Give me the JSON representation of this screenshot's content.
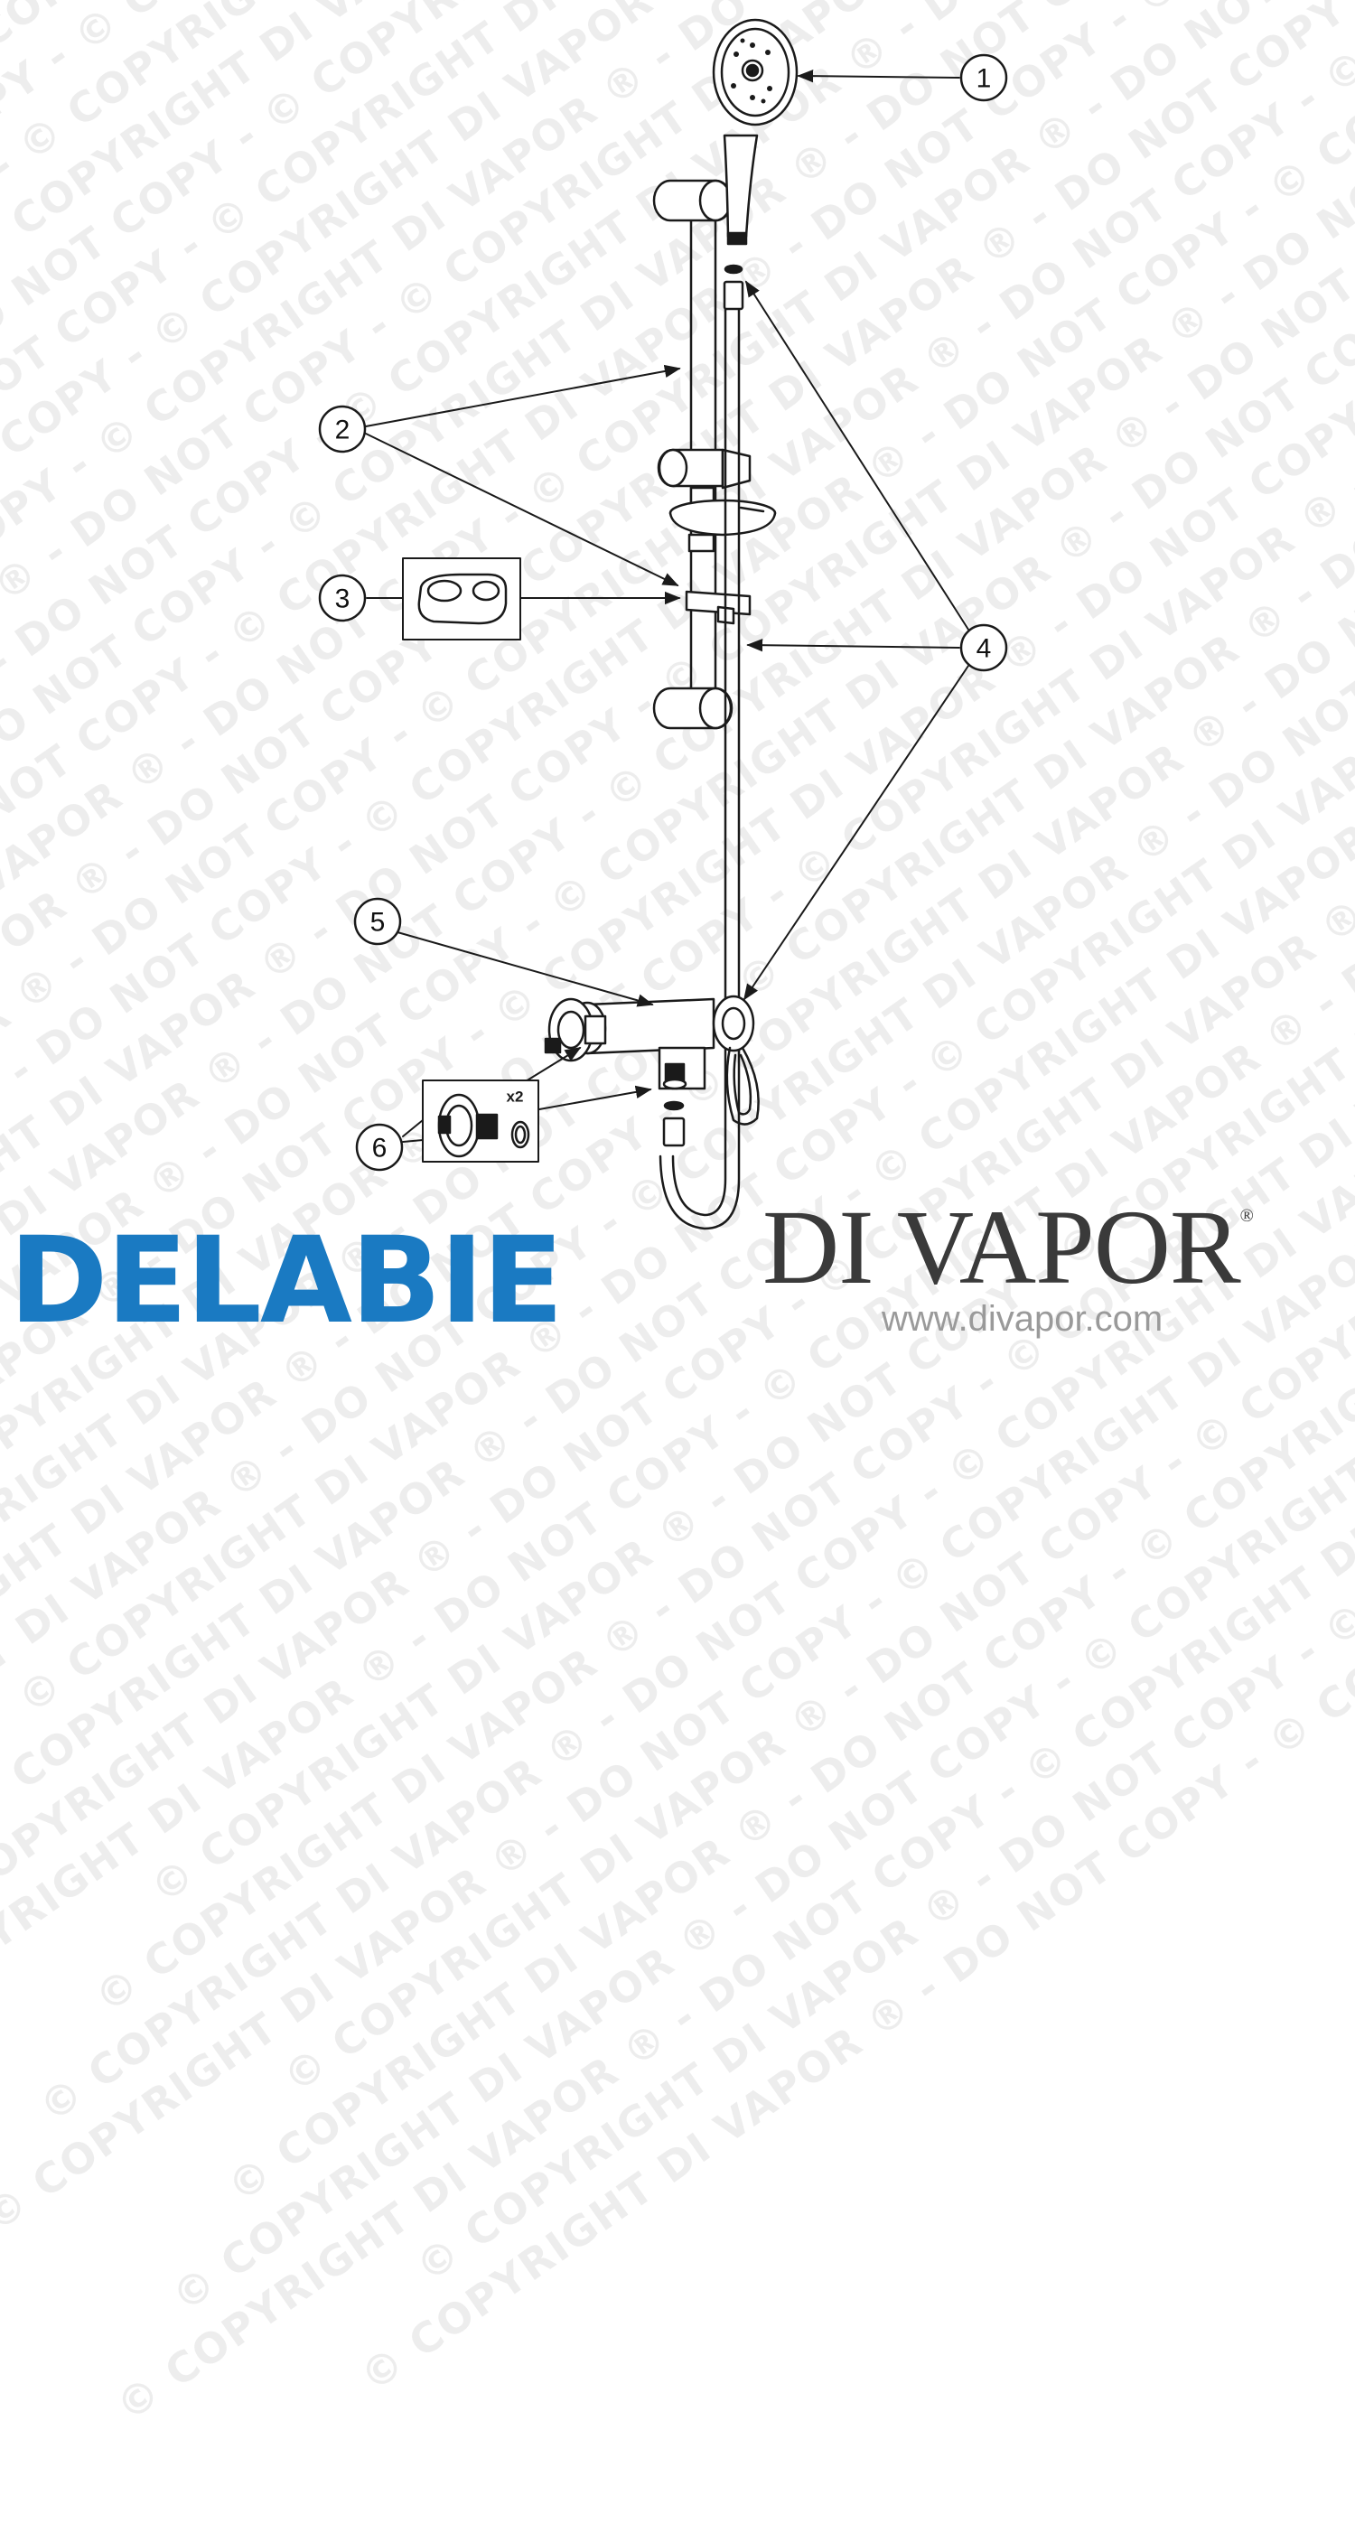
{
  "watermark": {
    "text": "© COPYRIGHT DI VAPOR ® - DO NOT COPY - "
  },
  "callouts": [
    {
      "number": "1",
      "part": "hand-shower"
    },
    {
      "number": "2",
      "part": "slide-rail"
    },
    {
      "number": "3",
      "part": "rail-clip"
    },
    {
      "number": "4",
      "part": "hose"
    },
    {
      "number": "5",
      "part": "mixer-body"
    },
    {
      "number": "6",
      "part": "wall-connectors"
    }
  ],
  "inset_labels": {
    "quantity": "x2"
  },
  "brands": {
    "delabie": "DELABIE",
    "divapor": "DI VAPOR",
    "registered": "®",
    "website": "www.divapor.com"
  },
  "colors": {
    "delabie_blue": "#1a7ac2",
    "divapor_gray": "#3a3a3a",
    "url_gray": "#9a9a9a",
    "line": "#1a1a1a"
  }
}
